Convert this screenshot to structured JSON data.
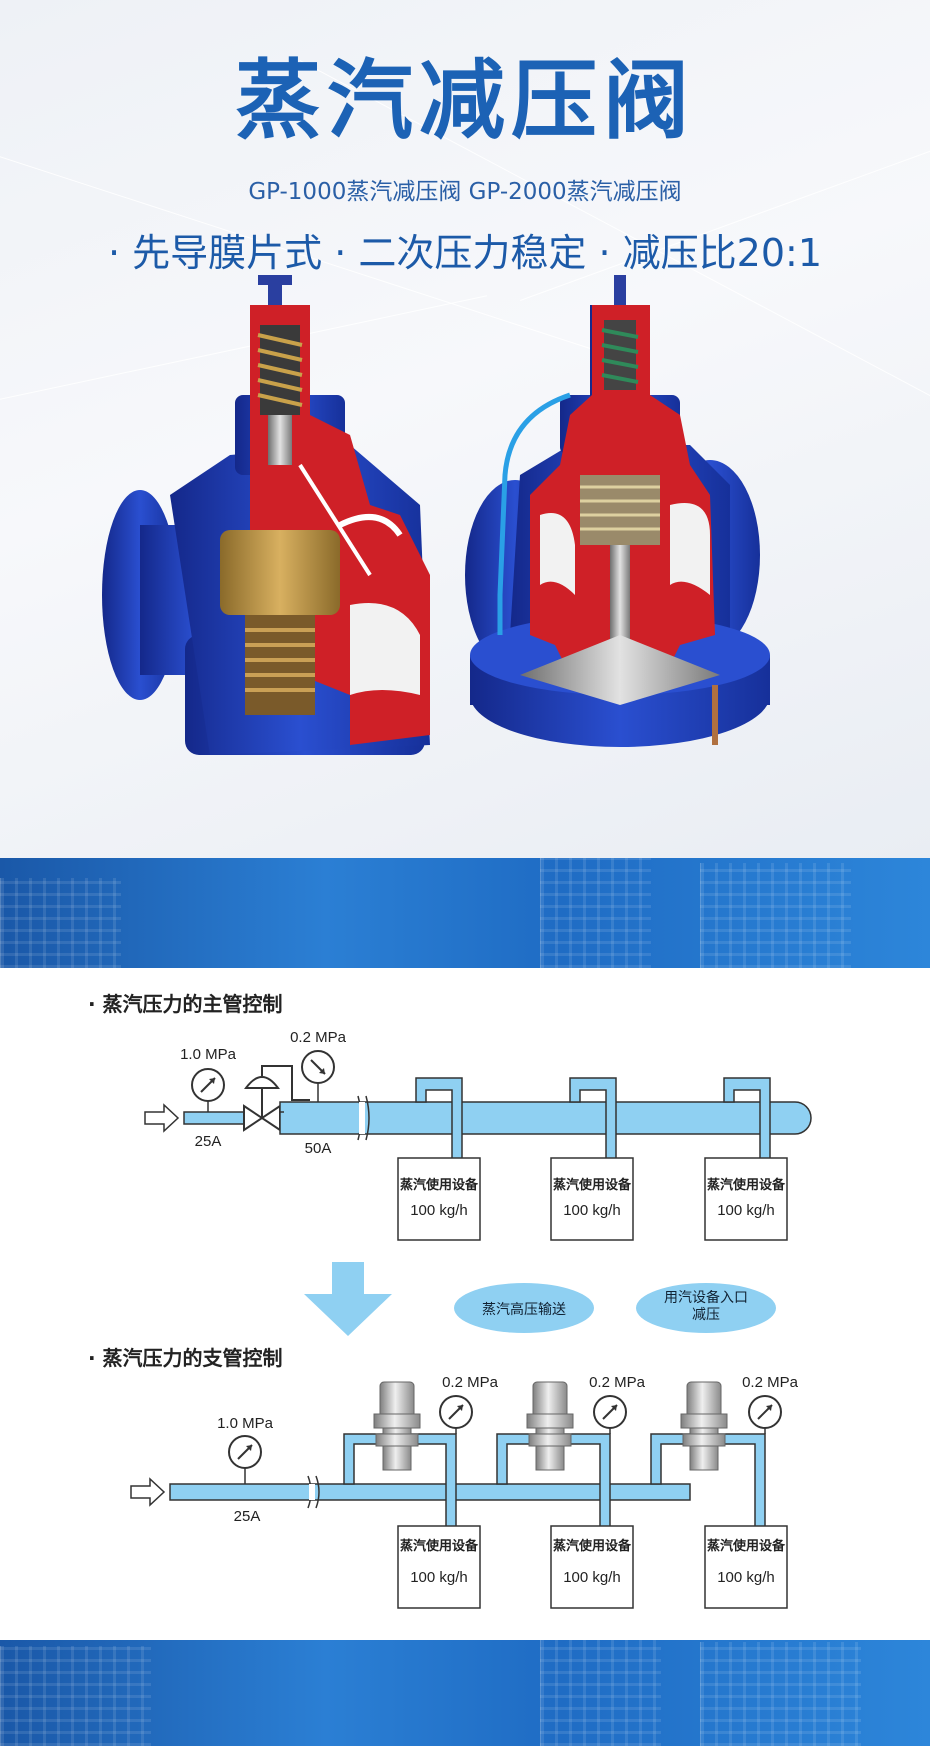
{
  "hero": {
    "title": "蒸汽减压阀",
    "subtitle": "GP-1000蒸汽减压阀  GP-2000蒸汽减压阀",
    "features": [
      "· 先导膜片式",
      "· 二次压力稳定",
      "· 减压比20:1"
    ]
  },
  "colors": {
    "brand_blue": "#1c62b5",
    "pipe": "#8fd0f2",
    "valve_body": "#1f3fb0",
    "valve_cut": "#d0232a"
  },
  "diagram": {
    "main": {
      "title": "· 蒸汽压力的主管控制",
      "inlet_pressure": "1.0 MPa",
      "outlet_pressure": "0.2 MPa",
      "inlet_size": "25A",
      "main_size": "50A",
      "devices": [
        {
          "name": "蒸汽使用设备",
          "flow": "100 kg/h"
        },
        {
          "name": "蒸汽使用设备",
          "flow": "100 kg/h"
        },
        {
          "name": "蒸汽使用设备",
          "flow": "100 kg/h"
        }
      ]
    },
    "bubbles": [
      "蒸汽高压输送",
      "用汽设备入口减压"
    ],
    "branch": {
      "title": "· 蒸汽压力的支管控制",
      "inlet_pressure": "1.0 MPa",
      "inlet_size": "25A",
      "branch_pressure": "0.2 MPa",
      "devices": [
        {
          "name": "蒸汽使用设备",
          "flow": "100 kg/h"
        },
        {
          "name": "蒸汽使用设备",
          "flow": "100 kg/h"
        },
        {
          "name": "蒸汽使用设备",
          "flow": "100 kg/h"
        }
      ]
    }
  }
}
